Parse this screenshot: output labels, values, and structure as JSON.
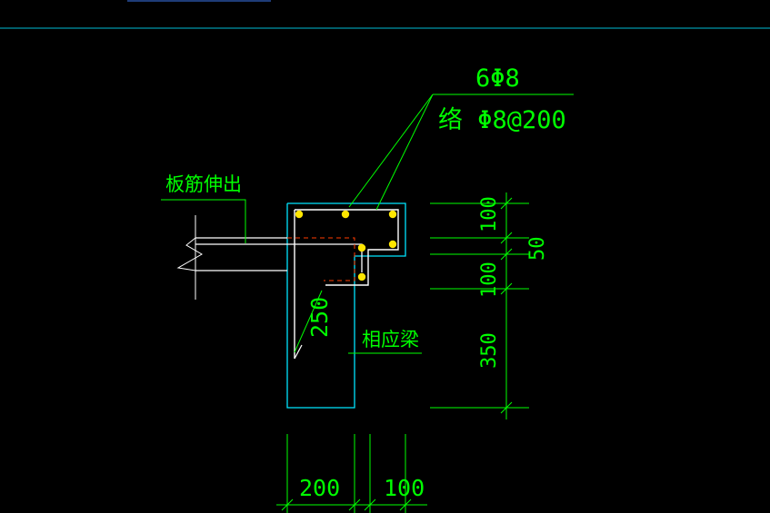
{
  "colors": {
    "background": "#000000",
    "concrete_outline": "#00e5ff",
    "rebar": "#ffffff",
    "rebar_dots": "#ffe600",
    "annotation": "#00ff00",
    "hidden_line": "#ff3b00",
    "top_rule": "#00bcd4"
  },
  "labels": {
    "rebar_count": "6Φ8",
    "stirrup": "络 Φ8@200",
    "slab_rebar": "板筋伸出",
    "beam": "相应梁",
    "section_height_250": "250"
  },
  "dimensions": {
    "right": [
      "100",
      "50",
      "100",
      "350"
    ],
    "bottom": [
      "200",
      "100"
    ]
  }
}
